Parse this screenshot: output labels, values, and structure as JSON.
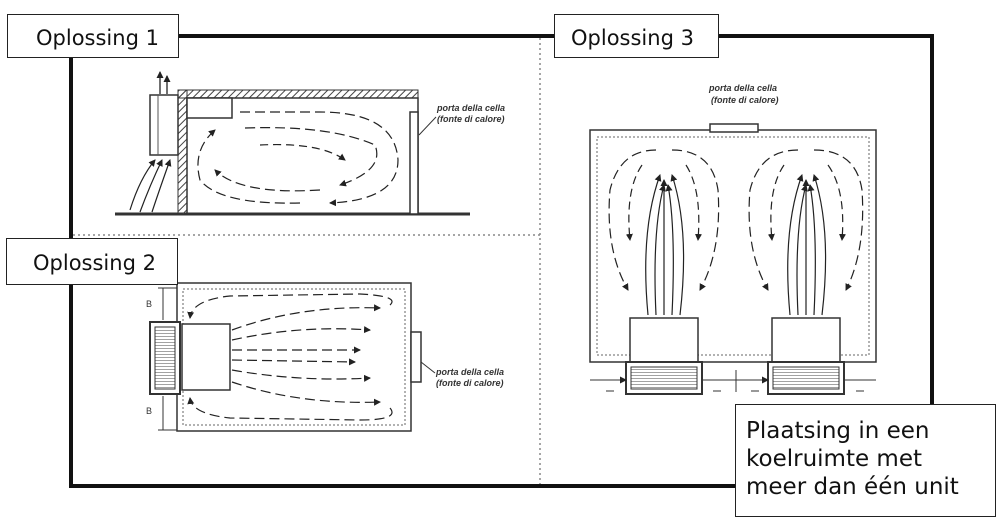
{
  "labels": {
    "solution1": "Oplossing 1",
    "solution2": "Oplossing 2",
    "solution3": "Oplossing 3"
  },
  "door_label": {
    "line1": "porta della cella",
    "line2": "(fonte di calore)"
  },
  "note": {
    "lines": [
      "Plaatsing in een",
      "koelruimte met",
      "meer dan één unit"
    ]
  },
  "dimension_marks": {
    "left_top": "B",
    "left_bottom": "B"
  },
  "colors": {
    "frame": "#111111",
    "line": "#333333",
    "hatch": "#555555"
  }
}
